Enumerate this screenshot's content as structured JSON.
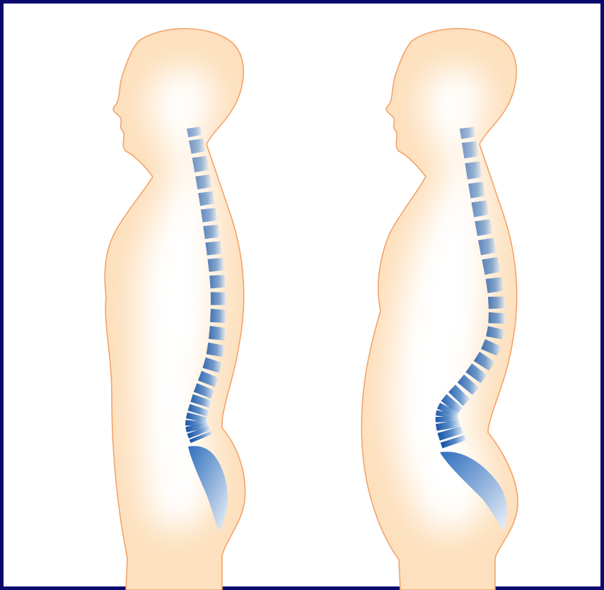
{
  "figures": [
    {
      "id": "normal-posture",
      "vertebra_count": 24
    },
    {
      "id": "lordosis-posture",
      "vertebra_count": 24
    }
  ],
  "colors": {
    "frame": "#0a0a6e",
    "skin_fill": "#fde0bd",
    "skin_outline": "#f2a36b",
    "skin_glow": "#ffffff",
    "vertebra_dark": "#0b4aa0",
    "vertebra_light": "#dbe7f5"
  }
}
